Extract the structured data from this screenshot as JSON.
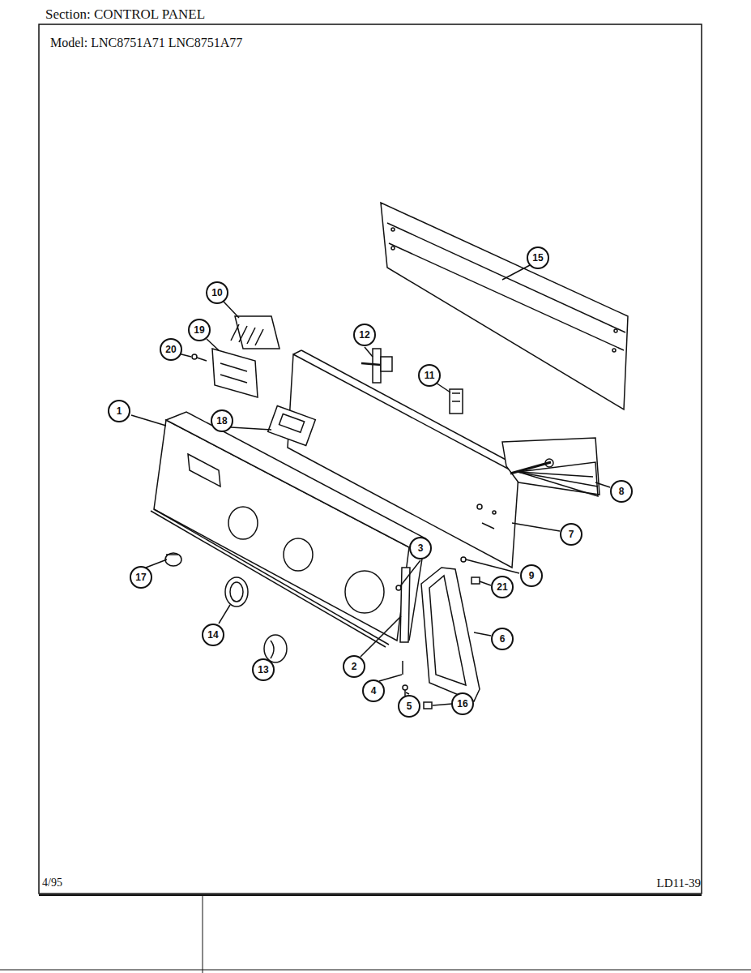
{
  "diagram": {
    "title": "Section: CONTROL PANEL",
    "nodes": [
      {
        "text": [
          "15"
        ]
      },
      {
        "text": [
          "10"
        ]
      },
      {
        "text": [
          "19"
        ]
      },
      {
        "text": [
          "12"
        ]
      },
      {
        "text": [
          "20"
        ]
      },
      {
        "text": [
          "11"
        ]
      },
      {
        "text": [
          "1"
        ]
      },
      {
        "text": [
          "18"
        ]
      },
      {
        "text": [
          "8"
        ]
      },
      {
        "text": [
          "7"
        ]
      },
      {
        "text": [
          "3"
        ]
      },
      {
        "text": [
          "9"
        ]
      },
      {
        "text": [
          "17"
        ]
      },
      {
        "text": [
          "21"
        ]
      },
      {
        "text": [
          "14"
        ]
      },
      {
        "text": [
          "6"
        ]
      },
      {
        "text": [
          "2"
        ]
      },
      {
        "text": [
          "13"
        ]
      },
      {
        "text": [
          "4"
        ]
      },
      {
        "text": [
          "16"
        ]
      },
      {
        "text": [
          "5"
        ]
      }
    ],
    "labels": [
      "Model: LNC8751A71 LNC8751A77",
      "4/95",
      "LD11-39"
    ]
  }
}
